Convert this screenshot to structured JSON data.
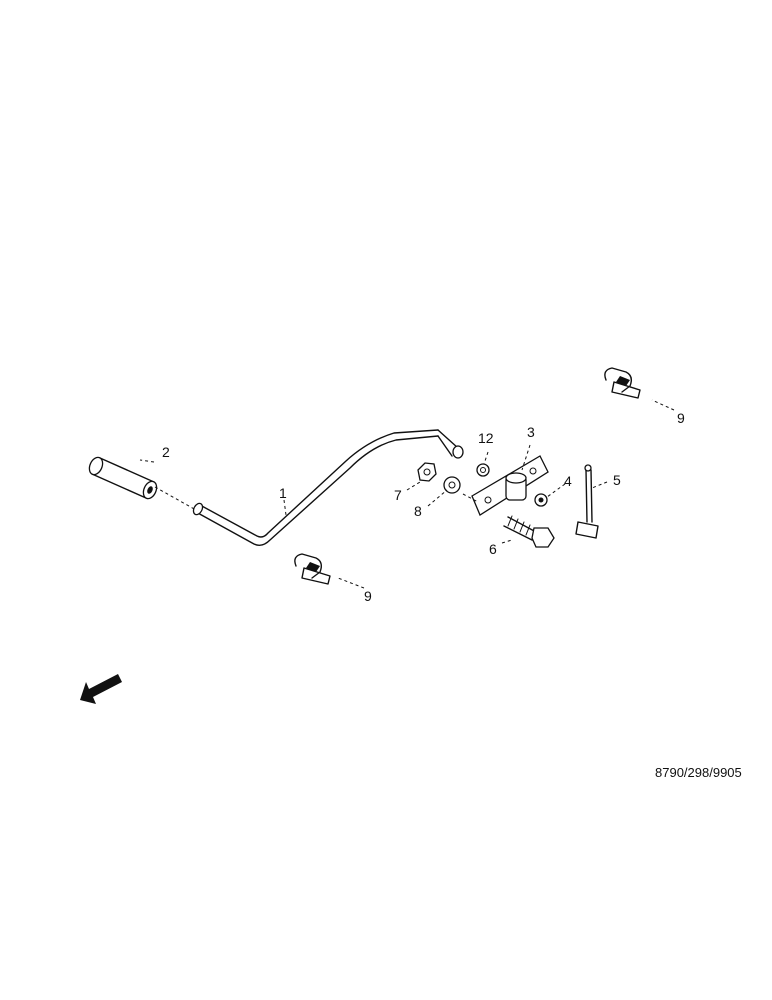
{
  "callouts": {
    "part_1": "1",
    "part_2": "2",
    "part_3": "3",
    "part_4": "4",
    "part_5": "5",
    "part_6": "6",
    "part_7": "7",
    "part_8": "8",
    "part_9_upper": "9",
    "part_9_lower": "9",
    "part_12": "12"
  },
  "reference_code": "8790/298/9905",
  "ink_color": "#111111",
  "background_color": "#ffffff",
  "icons": [
    "direction-arrow-icon"
  ]
}
